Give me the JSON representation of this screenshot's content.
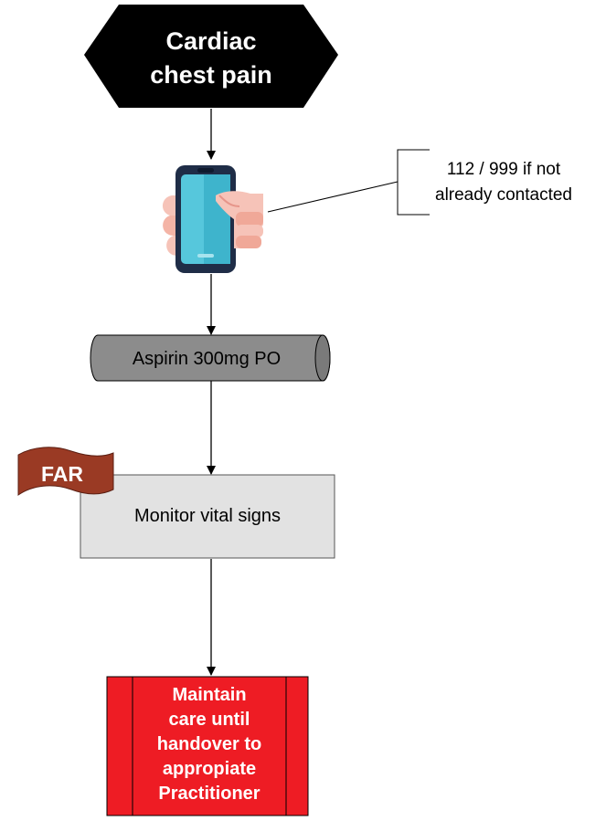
{
  "start": {
    "line1": "Cardiac",
    "line2": "chest pain"
  },
  "callout": {
    "line1": "112 / 999 if not",
    "line2": "already contacted"
  },
  "phone": {
    "icon": "mobile-phone-in-hand-icon"
  },
  "aspirin": {
    "label": "Aspirin 300mg PO"
  },
  "flag": {
    "label": "FAR"
  },
  "monitor": {
    "label": "Monitor vital signs"
  },
  "end": {
    "lines": [
      "Maintain",
      "care until",
      "handover to",
      "appropiate",
      "Practitioner"
    ]
  },
  "colors": {
    "start_fill": "#000000",
    "aspirin_fill": "#8c8c8c",
    "flag_fill": "#9a3a24",
    "monitor_fill": "#e2e2e2",
    "end_fill": "#ee1c24",
    "line": "#000000"
  }
}
